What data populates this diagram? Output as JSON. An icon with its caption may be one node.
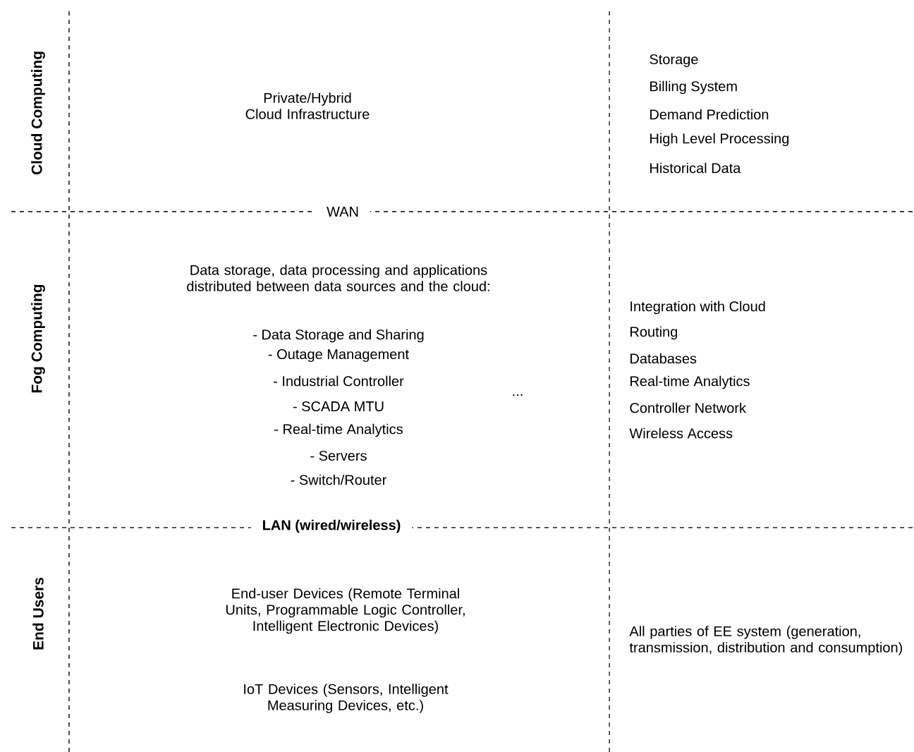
{
  "diagram": {
    "labels": [
      "Cloud Computing",
      "Private/Hybrid Cloud Infrastructure",
      "Storage",
      "Billing System",
      "Demand Prediction",
      "High Level Processing",
      "Historical Data",
      "WAN",
      "Fog Computing",
      "Data storage, data processing and applications distributed between data sources and the cloud:",
      "- Data Storage and Sharing",
      "- Outage Management",
      "- Industrial Controller",
      "- SCADA MTU",
      "- Real-time Analytics",
      "- Servers",
      "- Switch/Router",
      "...",
      "Integration with Cloud",
      "Routing",
      "Databases",
      "Real-time Analytics",
      "Controller Network",
      "Wireless Access",
      "LAN (wired/wireless)",
      "End Users",
      "End-user Devices (Remote Terminal Units, Programmable Logic Controller, Intelligent Electronic Devices)",
      "IoT Devices (Sensors, Intelligent Measuring Devices, etc.)",
      "All parties of EE system (generation, transmission, distribution and consumption)"
    ]
  }
}
